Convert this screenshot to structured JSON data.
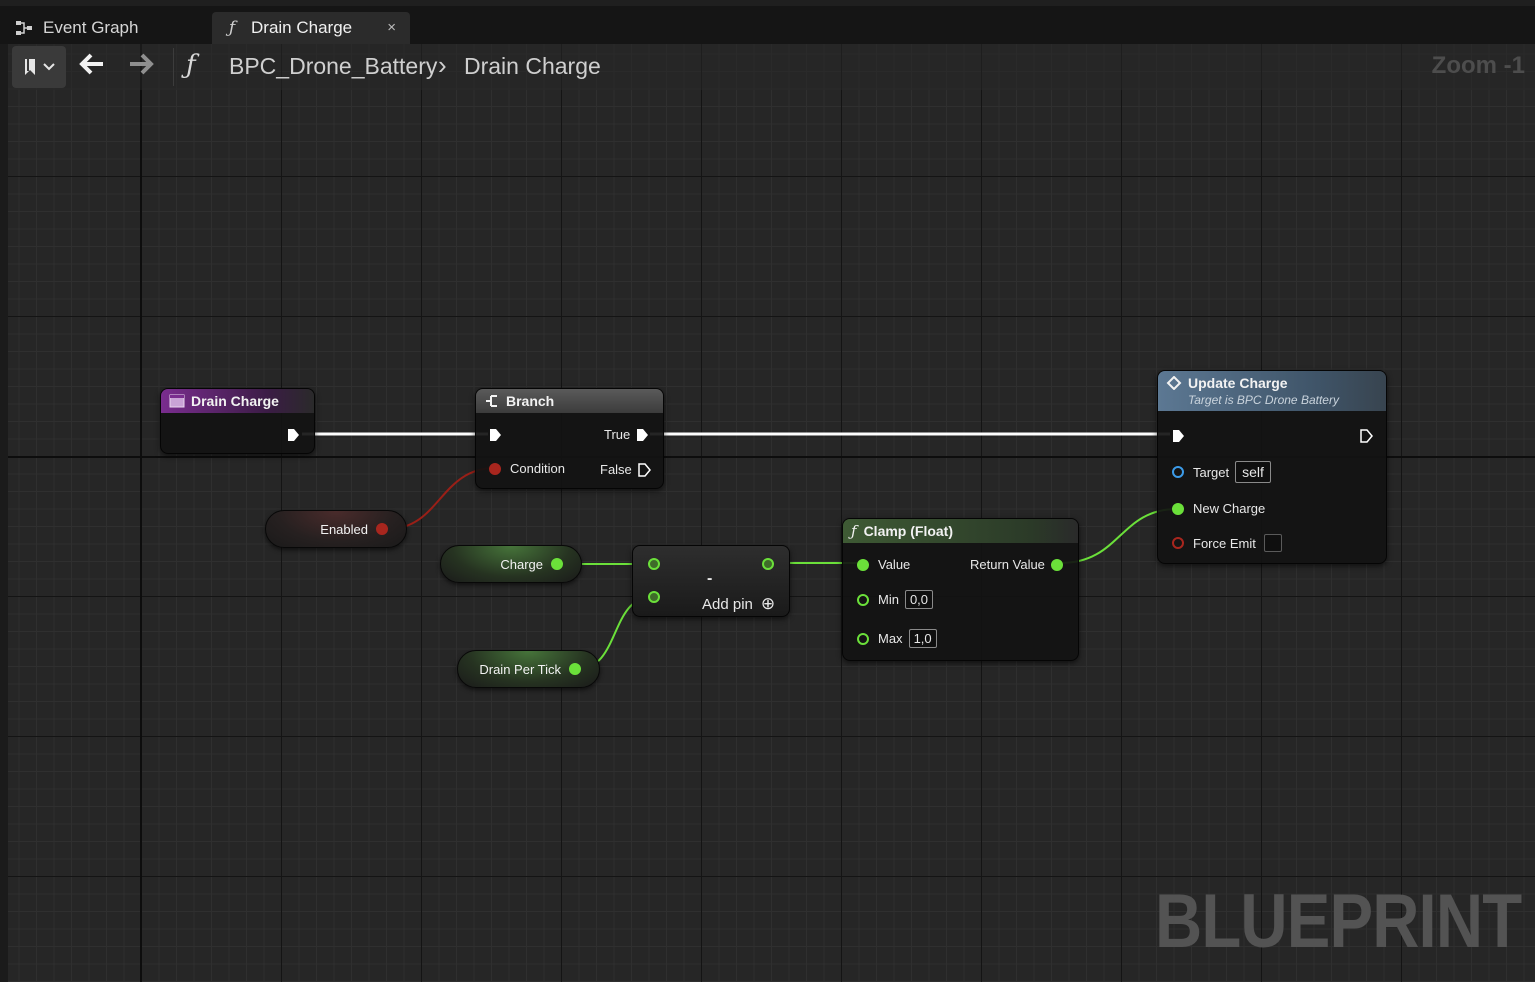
{
  "tabs": [
    {
      "label": "Event Graph",
      "icon": "graph-icon"
    },
    {
      "label": "Drain Charge",
      "icon": "function-icon",
      "close": "×"
    }
  ],
  "toolbar": {
    "breadcrumb": [
      "BPC_Drone_Battery",
      "Drain Charge"
    ],
    "zoom": "Zoom -1"
  },
  "watermark": "BLUEPRINT",
  "nodes": {
    "entry": {
      "title": "Drain Charge",
      "color": "#7a2d8f"
    },
    "branch": {
      "title": "Branch",
      "condition": "Condition",
      "true_label": "True",
      "false_label": "False"
    },
    "enabled": {
      "label": "Enabled",
      "color": "#a8261e"
    },
    "charge": {
      "label": "Charge",
      "color": "#6be03a"
    },
    "drain_per_tick": {
      "label": "Drain Per Tick",
      "color": "#6be03a"
    },
    "subtract": {
      "symbol": "-",
      "add_pin": "Add pin",
      "add_pin_icon": "⊕"
    },
    "clamp": {
      "title": "Clamp (Float)",
      "value": "Value",
      "return_value": "Return Value",
      "min_label": "Min",
      "min_value": "0,0",
      "max_label": "Max",
      "max_value": "1,0"
    },
    "update_charge": {
      "title": "Update Charge",
      "subtitle": "Target is BPC Drone Battery",
      "target_label": "Target",
      "target_value": "self",
      "new_charge": "New Charge",
      "force_emit": "Force Emit",
      "color": "#5c7893"
    }
  }
}
